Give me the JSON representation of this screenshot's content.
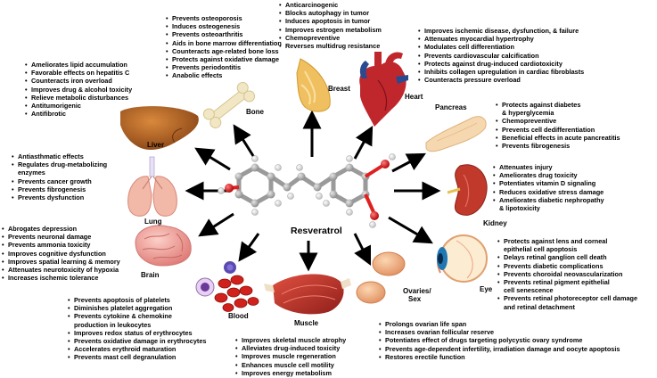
{
  "center": {
    "label": "Resveratrol"
  },
  "organs": {
    "liver": {
      "label": "Liver",
      "effects": [
        "Ameliorates lipid accumulation",
        "Favorable effects on hepatitis C",
        "Counteracts iron overload",
        "Improves drug & alcohol toxicity",
        "Relieve metabolic disturbances",
        "Antitumorigenic",
        "Antifibrotic"
      ]
    },
    "bone": {
      "label": "Bone",
      "effects": [
        "Prevents osteoporosis",
        "Induces osteogenesis",
        "Prevents osteoarthritis",
        "Aids in bone marrow differentiation",
        "Counteracts age-related bone loss",
        "Protects against oxidative damage",
        "Prevents periodontitis",
        "Anabolic effects"
      ]
    },
    "breast": {
      "label": "Breast",
      "effects": [
        "Anticarcinogenic",
        "Blocks autophagy in tumor",
        "Induces apoptosis in tumor",
        "Improves estrogen metabolism",
        "Chemopreventive",
        "Reverses multidrug resistance"
      ]
    },
    "heart": {
      "label": "Heart",
      "effects": [
        "Improves ischemic disease, dysfunction, & failure",
        "Attenuates myocardial hypertrophy",
        "Modulates cell differentiation",
        "Prevents cardiovascular calcification",
        "Protects against drug-induced cardiotoxicity",
        "Inhibits collagen upregulation in cardiac fibroblasts",
        "Counteracts pressure overload"
      ]
    },
    "pancreas": {
      "label": "Pancreas",
      "effects": [
        "Protects against diabetes",
        "& hyperglycemia",
        "Chemopreventive",
        "Prevents cell dedifferentiation",
        "Beneficial effects in acute pancreatitis",
        "Prevents fibrogenesis"
      ]
    },
    "lung": {
      "label": "Lung",
      "effects": [
        "Antiasthmatic effects",
        "Regulates drug-metabolizing",
        "enzymes",
        "Prevents cancer growth",
        "Prevents fibrogenesis",
        "Prevents dysfunction"
      ]
    },
    "kidney": {
      "label": "Kidney",
      "effects": [
        "Attenuates injury",
        "Ameliorates drug toxicity",
        "Potentiates vitamin D signaling",
        "Reduces oxidative stress damage",
        "Ameliorates diabetic nephropathy",
        "& lipotoxicity"
      ]
    },
    "brain": {
      "label": "Brain",
      "effects": [
        "Abrogates depression",
        "Prevents neuronal damage",
        "Prevents ammonia toxicity",
        "Improves cognitive dysfunction",
        "Improves spatial learning & memory",
        "Attenuates neurotoxicity of hypoxia",
        "Increases ischemic tolerance"
      ]
    },
    "eye": {
      "label": "Eye",
      "effects": [
        "Protects against lens and corneal",
        "epithelial cell apoptosis",
        "Delays retinal ganglion cell death",
        "Prevents diabetic complications",
        "Prevents choroidal neovascularization",
        "Prevents retinal pigment epithelial",
        "cell senescence",
        "Prevents retinal photoreceptor cell damage",
        "and retinal detachment"
      ]
    },
    "blood": {
      "label": "Blood",
      "effects": [
        "Prevents apoptosis of platelets",
        "Diminishes platelet aggregation",
        "Prevents cytokine & chemokine",
        "production in leukocytes",
        "Improves redox status of erythrocytes",
        "Prevents oxidative damage in erythrocytes",
        "Accelerates erythroid maturation",
        "Prevents mast cell degranulation"
      ]
    },
    "muscle": {
      "label": "Muscle",
      "effects": [
        "Improves skeletal muscle atrophy",
        "Alleviates drug-induced toxicity",
        "Improves muscle regeneration",
        "Enhances muscle cell motility",
        "Improves energy metabolism"
      ]
    },
    "ovaries": {
      "label": "Ovaries/",
      "label2": "Sex",
      "effects": [
        "Prolongs ovarian life span",
        "Increases ovarian follicular reserve",
        "Potentiates effect of drugs targeting polycystic ovary syndrome",
        "Prevents age-dependent infertility, irradiation damage and oocyte apoptosis",
        "Restores erectile function"
      ]
    }
  },
  "continuation_lines": {
    "pancreas": [
      1
    ],
    "lung": [
      2
    ],
    "kidney": [
      5
    ],
    "eye": [
      1,
      6,
      8
    ],
    "blood": [
      3
    ]
  },
  "colors": {
    "liver": "#b5651d",
    "bone": "#f2e7c4",
    "breast": "#f0c060",
    "heart_red": "#c0272d",
    "heart_blue": "#2a4a8f",
    "pancreas": "#f6d8b0",
    "lung": "#f2b8a8",
    "kidney": "#c0392b",
    "brain": "#f4a6a0",
    "eye_iris": "#1f78b4",
    "blood": "#d0211c",
    "muscle": "#c0392b",
    "ovaries": "#f5b88a",
    "ring_gray": "#9a9a9a",
    "oxygen_red": "#e02020"
  }
}
